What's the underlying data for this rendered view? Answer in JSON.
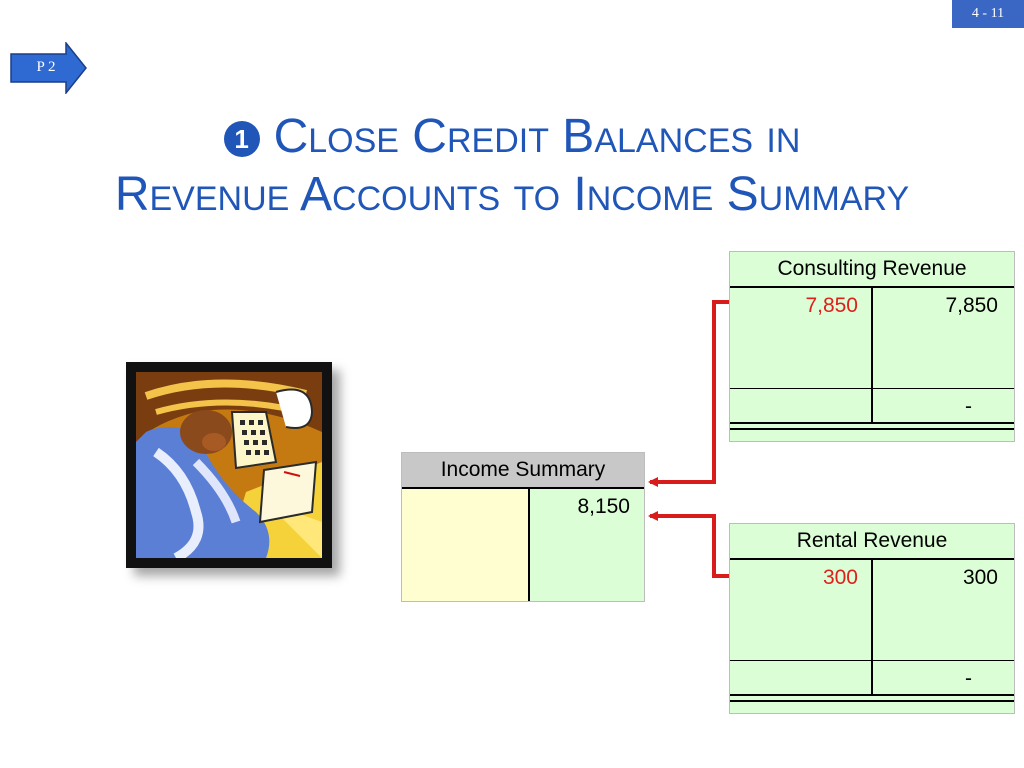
{
  "slide_number": "4 - 11",
  "objective_tag": "P 2",
  "title": {
    "bullet": "1",
    "line1": "Close Credit Balances in",
    "line2": "Revenue Accounts to Income Summary"
  },
  "accounts": {
    "consulting_revenue": {
      "name": "Consulting Revenue",
      "debit_closing": "7,850",
      "credit_balance": "7,850",
      "ending_balance": "-"
    },
    "income_summary": {
      "name": "Income Summary",
      "credit": "8,150"
    },
    "rental_revenue": {
      "name": "Rental Revenue",
      "debit_closing": "300",
      "credit_balance": "300",
      "ending_balance": "-"
    }
  },
  "colors": {
    "title_blue": "#1f56b7",
    "slide_number_bg": "#3a66c4",
    "account_green": "#dbfed6",
    "account_yellow": "#fefed1",
    "header_gray": "#c8c8c8",
    "closing_red": "#e0201c"
  },
  "icons": [
    "right-arrow-tag",
    "clipart-person-calculator"
  ]
}
